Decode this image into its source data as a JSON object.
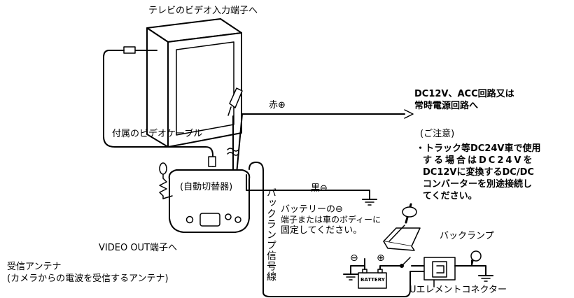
{
  "labels": {
    "tv_video_input": "テレビのビデオ入力端子へ",
    "dc12v_line1": "DC12V、ACC回路又は",
    "dc12v_line2": "常時電源回路へ",
    "red_wire": "赤⊕",
    "black_wire": "黒⊖",
    "video_cable": "付属のビデオケーブル",
    "auto_switcher": "(自動切替器)",
    "video_out": "VIDEO OUT端子へ",
    "antenna_line1": "受信アンテナ",
    "antenna_line2": "(カメラからの電波を受信するアンテナ)",
    "battery_note_line1": "バッテリーの⊖",
    "battery_note_line2": "端子または車のボディーに",
    "battery_note_line3": "固定してください。",
    "back_lamp_signal": "バックランプ信号線",
    "back_lamp": "バックランプ",
    "u_connector": "Uエレメントコネクター",
    "battery_label": "BATTERY",
    "caution_title": "(ご注意)",
    "caution_line1": "・トラック等DC24V車で使用",
    "caution_line2": "する場合はDC24Vを",
    "caution_line3": "DC12Vに変換するDC/DC",
    "caution_line4": "コンバーターを別途接続し",
    "caution_line5": "てください。"
  }
}
